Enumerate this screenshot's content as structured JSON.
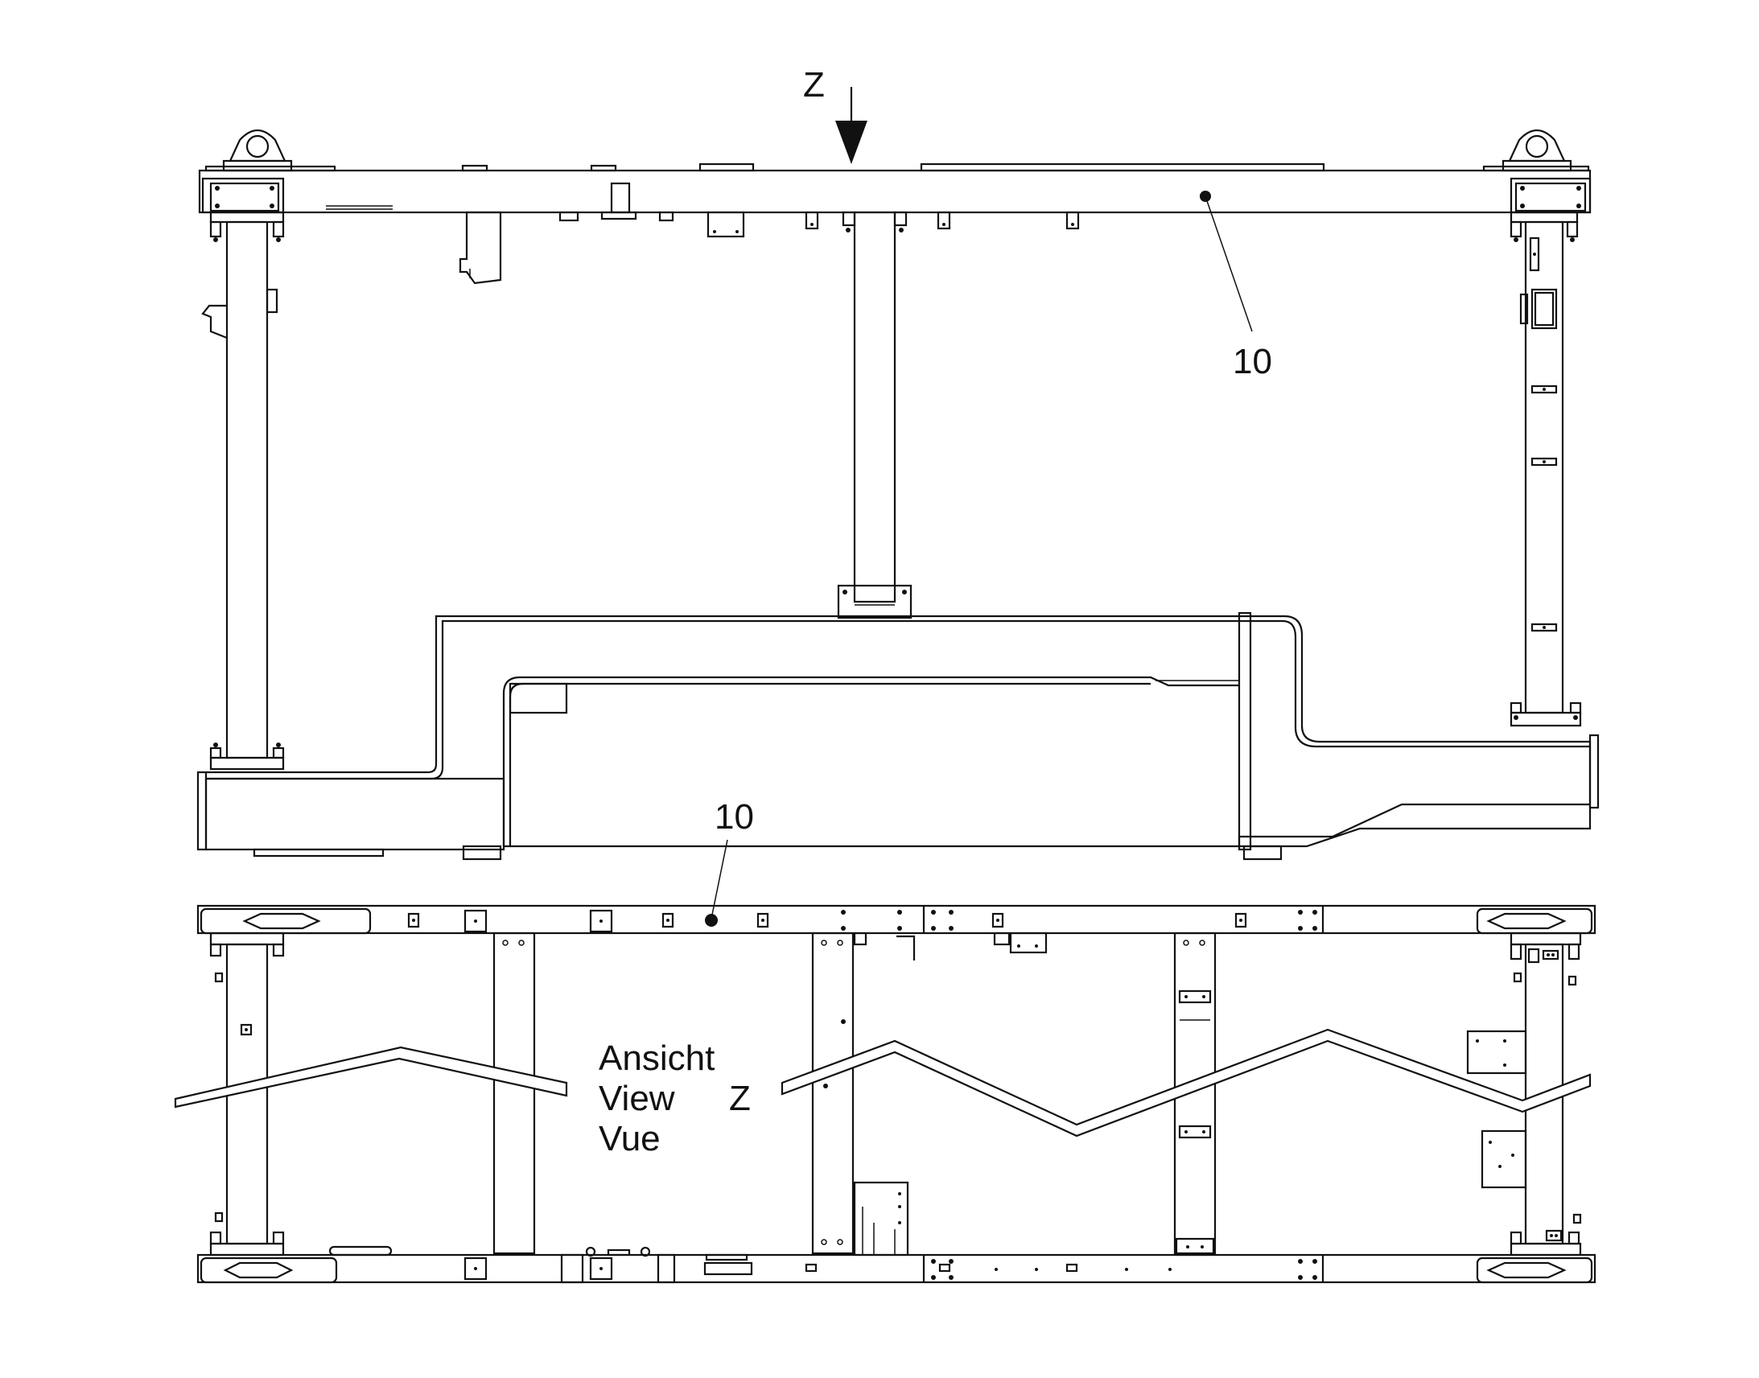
{
  "diagram": {
    "top_view": {
      "direction_arrow_label": "Z",
      "callout_label": "10"
    },
    "bottom_view": {
      "callout_label": "10",
      "view_caption": {
        "line1": "Ansicht",
        "line2": "View",
        "line3": "Vue",
        "view_letter": "Z"
      }
    }
  },
  "colors": {
    "line": "#111111",
    "background": "#ffffff"
  }
}
